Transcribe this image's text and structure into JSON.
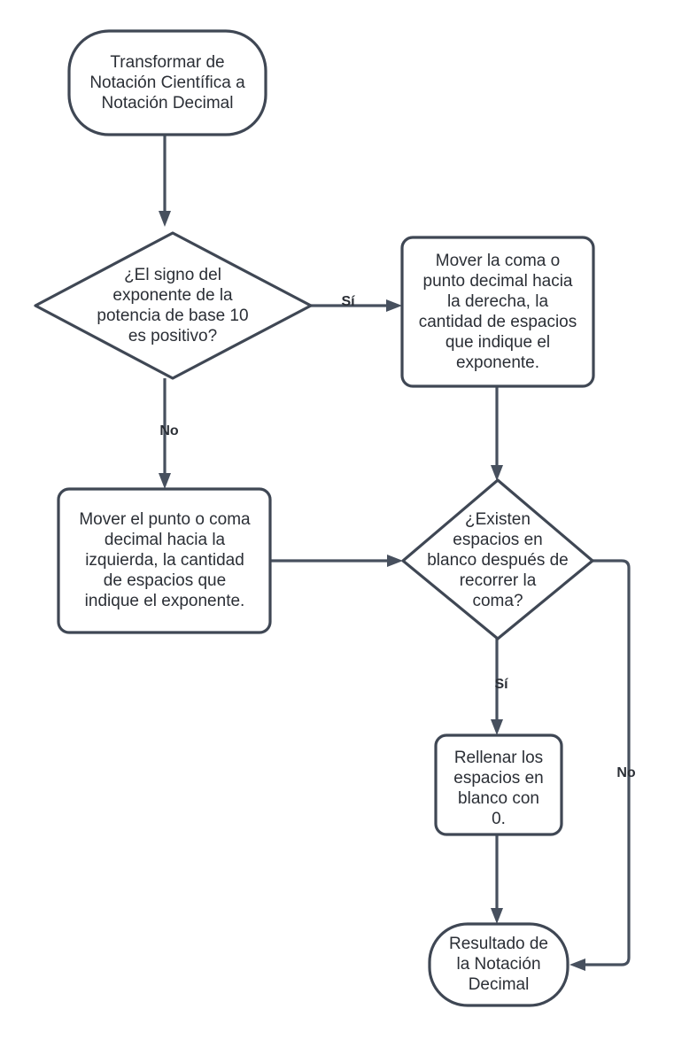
{
  "diagram": {
    "title": "Transformar de Notación Científica a Notación Decimal",
    "type": "flowchart",
    "stroke_color": "#3f4754",
    "edge_color": "#47505e",
    "text_color": "#2b2f36",
    "background_color": "#ffffff"
  },
  "nodes": {
    "start": {
      "shape": "terminator",
      "lines": [
        "Transformar de",
        "Notación Científica a",
        "Notación Decimal"
      ]
    },
    "decision_sign": {
      "shape": "diamond",
      "lines": [
        "¿El signo del",
        "exponente de la",
        "potencia de base 10",
        "es positivo?"
      ]
    },
    "move_right": {
      "shape": "process",
      "lines": [
        "Mover la coma o",
        "punto decimal hacia",
        "la derecha, la",
        "cantidad de espacios",
        "que indique el",
        "exponente."
      ]
    },
    "move_left": {
      "shape": "process",
      "lines": [
        "Mover el punto o coma",
        "decimal hacia la",
        "izquierda, la cantidad",
        "de espacios que",
        "indique el exponente."
      ]
    },
    "decision_blanks": {
      "shape": "diamond",
      "lines": [
        "¿Existen",
        "espacios en",
        "blanco después de",
        "recorrer la",
        "coma?"
      ]
    },
    "fill_zeros": {
      "shape": "process",
      "lines": [
        "Rellenar los",
        "espacios en",
        "blanco con",
        "0."
      ]
    },
    "result": {
      "shape": "terminator",
      "lines": [
        "Resultado de",
        "la Notación",
        "Decimal"
      ]
    }
  },
  "edge_labels": {
    "sign_yes": "Sí",
    "sign_no": "No",
    "blanks_yes": "Sí",
    "blanks_no": "No"
  }
}
